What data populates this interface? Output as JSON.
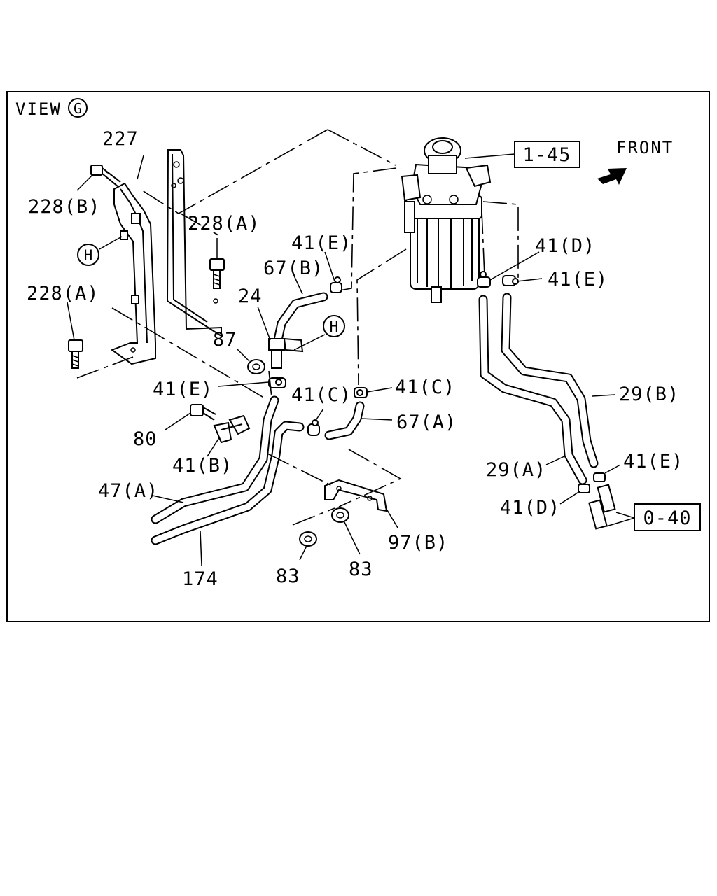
{
  "view": {
    "prefix": "VIEW",
    "letter": "G"
  },
  "front_label": "FRONT",
  "markers": {
    "h_marker": "H"
  },
  "refs": {
    "ref_1_45": "1-45",
    "ref_0_40": "0-40"
  },
  "labels": {
    "p227": "227",
    "p228b": "228(B)",
    "p228a_top": "228(A)",
    "p228a_left": "228(A)",
    "p41e_top": "41(E)",
    "p67b": "67(B)",
    "p24": "24",
    "p87": "87",
    "p41d_top": "41(D)",
    "p41e_right": "41(E)",
    "p41e_mid": "41(E)",
    "p41c_left": "41(C)",
    "p41c_right": "41(C)",
    "p67a": "67(A)",
    "p80": "80",
    "p41b": "41(B)",
    "p47a": "47(A)",
    "p174": "174",
    "p83_left": "83",
    "p83_right": "83",
    "p97b": "97(B)",
    "p29b": "29(B)",
    "p29a": "29(A)",
    "p41e_low": "41(E)",
    "p41d_low": "41(D)"
  },
  "colors": {
    "line": "#000000",
    "background": "#ffffff"
  }
}
